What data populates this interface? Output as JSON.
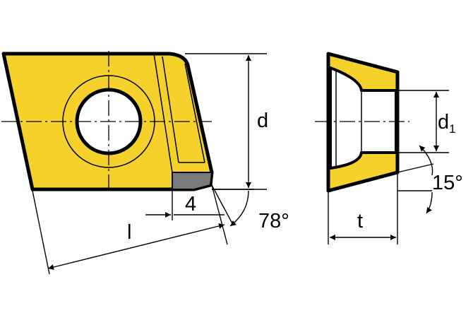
{
  "labels": {
    "d": "d",
    "d1_main": "d",
    "d1_sub": "1",
    "chamfer": "4",
    "angle_78": "78°",
    "length": "l",
    "thickness": "t",
    "angle_15": "15°"
  },
  "colors": {
    "insert_fill": "#f5d22b",
    "carbide_tip": "#7a7a7a",
    "line": "#000000",
    "background": "#ffffff"
  }
}
